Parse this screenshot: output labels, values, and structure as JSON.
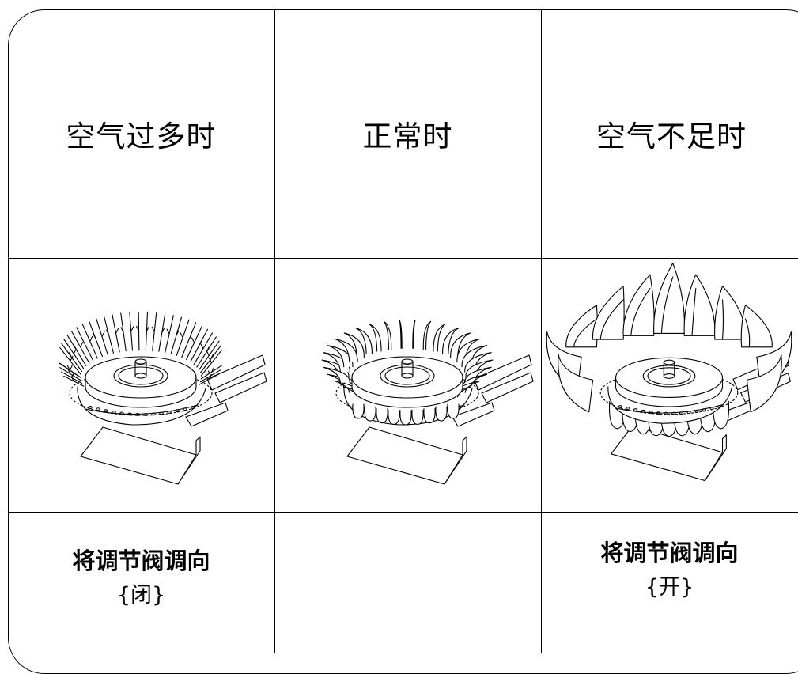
{
  "columns": [
    {
      "header": "空气过多时",
      "adjust_line1": "将调节阀调向",
      "adjust_line2": "{闭}"
    },
    {
      "header": "正常时",
      "adjust_line1": "",
      "adjust_line2": ""
    },
    {
      "header": "空气不足时",
      "adjust_line1": "将调节阀调向",
      "adjust_line2": "{开}"
    }
  ],
  "flame_states": [
    "too-much-air",
    "normal",
    "insufficient-air"
  ],
  "colors": {
    "line": "#000000",
    "background": "#ffffff"
  }
}
